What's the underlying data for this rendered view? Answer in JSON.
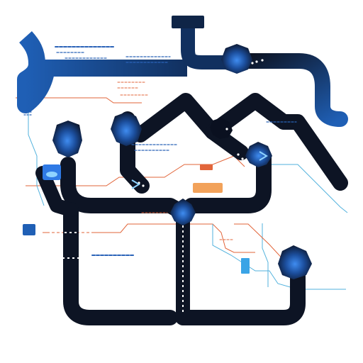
{
  "diagram": {
    "kind": "pipeline-network",
    "colors": {
      "background": "#ffffff",
      "pipe": "#0d1424",
      "pipe_blue": "#1f5fb5",
      "node_dark": "#0a1020",
      "node_glow": "#2f7ae5",
      "wire_orange": "#e2653a",
      "wire_blue": "#52b2dd",
      "label_blue": "#2a63b8",
      "tag_orange": "#f2a25a",
      "tag_blue": "#3aa4e6"
    },
    "nodes": [
      {
        "id": "node-top-right",
        "shape": "hexagon"
      },
      {
        "id": "node-mid-left",
        "shape": "hexagon"
      },
      {
        "id": "node-mid-center",
        "shape": "hexagon"
      },
      {
        "id": "node-junction-center",
        "shape": "hexagon"
      },
      {
        "id": "node-right-lower",
        "shape": "hexagon"
      }
    ],
    "labels": [],
    "icons": [
      "display-panel-icon",
      "chip-panel-icon",
      "tag-orange-icon",
      "tag-blue-icon",
      "arrow-icon"
    ]
  }
}
